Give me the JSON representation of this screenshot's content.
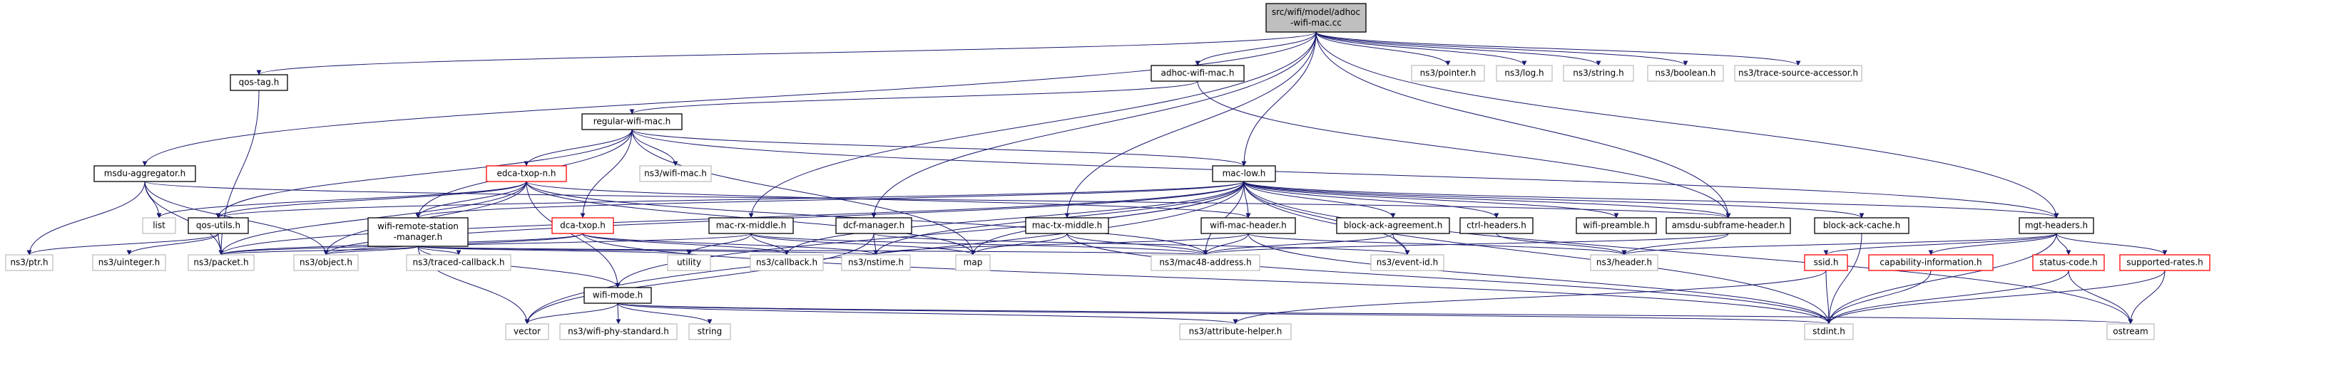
{
  "colors": {
    "edge": "#191970",
    "root_fill": "#bfbfbf",
    "root_border": "#000000",
    "node_fill": "#ffffff",
    "node_border": "#000000",
    "external_border": "#bfbfbf",
    "incomplete_border": "#ff0000",
    "text": "#000000"
  },
  "nodes": [
    {
      "id": "root",
      "label": "src/wifi/model/adhoc\n-wifi-mac.cc",
      "kind": "root"
    },
    {
      "id": "adhoc",
      "label": "adhoc-wifi-mac.h",
      "kind": "normal"
    },
    {
      "id": "ptr_ns3",
      "label": "ns3/pointer.h",
      "kind": "external"
    },
    {
      "id": "log",
      "label": "ns3/log.h",
      "kind": "external"
    },
    {
      "id": "string_ns3",
      "label": "ns3/string.h",
      "kind": "external"
    },
    {
      "id": "boolean",
      "label": "ns3/boolean.h",
      "kind": "external"
    },
    {
      "id": "tsa",
      "label": "ns3/trace-source-accessor.h",
      "kind": "external"
    },
    {
      "id": "qostag",
      "label": "qos-tag.h",
      "kind": "normal"
    },
    {
      "id": "regular",
      "label": "regular-wifi-mac.h",
      "kind": "normal"
    },
    {
      "id": "msdu",
      "label": "msdu-aggregator.h",
      "kind": "normal"
    },
    {
      "id": "edca",
      "label": "edca-txop-n.h",
      "kind": "incomplete"
    },
    {
      "id": "nswifimac",
      "label": "ns3/wifi-mac.h",
      "kind": "external"
    },
    {
      "id": "maclow",
      "label": "mac-low.h",
      "kind": "normal"
    },
    {
      "id": "list",
      "label": "list",
      "kind": "external"
    },
    {
      "id": "qosutils",
      "label": "qos-utils.h",
      "kind": "normal"
    },
    {
      "id": "wrsm",
      "label": "wifi-remote-station\n-manager.h",
      "kind": "normal"
    },
    {
      "id": "dcatxop",
      "label": "dca-txop.h",
      "kind": "incomplete"
    },
    {
      "id": "macrx",
      "label": "mac-rx-middle.h",
      "kind": "normal"
    },
    {
      "id": "dcfmgr",
      "label": "dcf-manager.h",
      "kind": "normal"
    },
    {
      "id": "mactx",
      "label": "mac-tx-middle.h",
      "kind": "normal"
    },
    {
      "id": "wmh",
      "label": "wifi-mac-header.h",
      "kind": "normal"
    },
    {
      "id": "baa",
      "label": "block-ack-agreement.h",
      "kind": "normal"
    },
    {
      "id": "ctrl",
      "label": "ctrl-headers.h",
      "kind": "normal"
    },
    {
      "id": "preamble",
      "label": "wifi-preamble.h",
      "kind": "normal"
    },
    {
      "id": "amsdu",
      "label": "amsdu-subframe-header.h",
      "kind": "normal"
    },
    {
      "id": "bac",
      "label": "block-ack-cache.h",
      "kind": "normal"
    },
    {
      "id": "mgt",
      "label": "mgt-headers.h",
      "kind": "normal"
    },
    {
      "id": "ptr",
      "label": "ns3/ptr.h",
      "kind": "external"
    },
    {
      "id": "uint",
      "label": "ns3/uinteger.h",
      "kind": "external"
    },
    {
      "id": "packet",
      "label": "ns3/packet.h",
      "kind": "external"
    },
    {
      "id": "object",
      "label": "ns3/object.h",
      "kind": "external"
    },
    {
      "id": "traced",
      "label": "ns3/traced-callback.h",
      "kind": "external"
    },
    {
      "id": "utility",
      "label": "utility",
      "kind": "external"
    },
    {
      "id": "callback",
      "label": "ns3/callback.h",
      "kind": "external"
    },
    {
      "id": "nstime",
      "label": "ns3/nstime.h",
      "kind": "external"
    },
    {
      "id": "map",
      "label": "map",
      "kind": "external"
    },
    {
      "id": "mac48",
      "label": "ns3/mac48-address.h",
      "kind": "external"
    },
    {
      "id": "eventid",
      "label": "ns3/event-id.h",
      "kind": "external"
    },
    {
      "id": "header",
      "label": "ns3/header.h",
      "kind": "external"
    },
    {
      "id": "ssid",
      "label": "ssid.h",
      "kind": "incomplete"
    },
    {
      "id": "capinfo",
      "label": "capability-information.h",
      "kind": "incomplete"
    },
    {
      "id": "statuscode",
      "label": "status-code.h",
      "kind": "incomplete"
    },
    {
      "id": "suprates",
      "label": "supported-rates.h",
      "kind": "incomplete"
    },
    {
      "id": "wifimode",
      "label": "wifi-mode.h",
      "kind": "normal"
    },
    {
      "id": "vector",
      "label": "vector",
      "kind": "external"
    },
    {
      "id": "phystd",
      "label": "ns3/wifi-phy-standard.h",
      "kind": "external"
    },
    {
      "id": "stdstring",
      "label": "string",
      "kind": "external"
    },
    {
      "id": "attr",
      "label": "ns3/attribute-helper.h",
      "kind": "external"
    },
    {
      "id": "stdint",
      "label": "stdint.h",
      "kind": "external"
    },
    {
      "id": "ostream",
      "label": "ostream",
      "kind": "external"
    }
  ],
  "edges": [
    [
      "root",
      "adhoc"
    ],
    [
      "root",
      "ptr_ns3"
    ],
    [
      "root",
      "log"
    ],
    [
      "root",
      "string_ns3"
    ],
    [
      "root",
      "boolean"
    ],
    [
      "root",
      "tsa"
    ],
    [
      "root",
      "qostag"
    ],
    [
      "root",
      "msdu"
    ],
    [
      "root",
      "maclow"
    ],
    [
      "root",
      "macrx"
    ],
    [
      "root",
      "dcfmgr"
    ],
    [
      "root",
      "mactx"
    ],
    [
      "root",
      "mgt"
    ],
    [
      "root",
      "amsdu"
    ],
    [
      "adhoc",
      "regular"
    ],
    [
      "adhoc",
      "amsdu"
    ],
    [
      "qostag",
      "packet"
    ],
    [
      "regular",
      "edca"
    ],
    [
      "regular",
      "nswifimac"
    ],
    [
      "regular",
      "maclow"
    ],
    [
      "regular",
      "dcatxop"
    ],
    [
      "regular",
      "wrsm"
    ],
    [
      "regular",
      "qosutils"
    ],
    [
      "regular",
      "map"
    ],
    [
      "regular",
      "mgt"
    ],
    [
      "msdu",
      "list"
    ],
    [
      "msdu",
      "ptr"
    ],
    [
      "msdu",
      "packet"
    ],
    [
      "msdu",
      "object"
    ],
    [
      "msdu",
      "amsdu"
    ],
    [
      "edca",
      "list"
    ],
    [
      "edca",
      "qosutils"
    ],
    [
      "edca",
      "wrsm"
    ],
    [
      "edca",
      "packet"
    ],
    [
      "edca",
      "object"
    ],
    [
      "edca",
      "map"
    ],
    [
      "edca",
      "wifimode"
    ],
    [
      "edca",
      "mac48"
    ],
    [
      "edca",
      "wmh"
    ],
    [
      "maclow",
      "qosutils"
    ],
    [
      "maclow",
      "wrsm"
    ],
    [
      "maclow",
      "packet"
    ],
    [
      "maclow",
      "wmh"
    ],
    [
      "maclow",
      "baa"
    ],
    [
      "maclow",
      "ctrl"
    ],
    [
      "maclow",
      "preamble"
    ],
    [
      "maclow",
      "amsdu"
    ],
    [
      "maclow",
      "bac"
    ],
    [
      "maclow",
      "mgt"
    ],
    [
      "maclow",
      "vector"
    ],
    [
      "maclow",
      "map"
    ],
    [
      "maclow",
      "nstime"
    ],
    [
      "maclow",
      "eventid"
    ],
    [
      "maclow",
      "stdint"
    ],
    [
      "maclow",
      "mac48"
    ],
    [
      "maclow",
      "callback"
    ],
    [
      "maclow",
      "object"
    ],
    [
      "maclow",
      "ostream"
    ],
    [
      "maclow",
      "wifimode"
    ],
    [
      "qosutils",
      "ptr"
    ],
    [
      "qosutils",
      "uint"
    ],
    [
      "qosutils",
      "packet"
    ],
    [
      "wrsm",
      "packet"
    ],
    [
      "wrsm",
      "object"
    ],
    [
      "wrsm",
      "traced"
    ],
    [
      "wrsm",
      "utility"
    ],
    [
      "wrsm",
      "nstime"
    ],
    [
      "wrsm",
      "mac48"
    ],
    [
      "wrsm",
      "wifimode"
    ],
    [
      "wrsm",
      "vector"
    ],
    [
      "dcatxop",
      "packet"
    ],
    [
      "dcatxop",
      "callback"
    ],
    [
      "dcatxop",
      "nstime"
    ],
    [
      "dcatxop",
      "object"
    ],
    [
      "dcatxop",
      "stdint"
    ],
    [
      "macrx",
      "packet"
    ],
    [
      "macrx",
      "utility"
    ],
    [
      "macrx",
      "map"
    ],
    [
      "macrx",
      "callback"
    ],
    [
      "macrx",
      "mac48"
    ],
    [
      "dcfmgr",
      "vector"
    ],
    [
      "dcfmgr",
      "nstime"
    ],
    [
      "dcfmgr",
      "eventid"
    ],
    [
      "mactx",
      "map"
    ],
    [
      "mactx",
      "mac48"
    ],
    [
      "mactx",
      "stdint"
    ],
    [
      "wmh",
      "nstime"
    ],
    [
      "wmh",
      "mac48"
    ],
    [
      "wmh",
      "header"
    ],
    [
      "wmh",
      "stdint"
    ],
    [
      "baa",
      "mac48"
    ],
    [
      "baa",
      "eventid"
    ],
    [
      "ctrl",
      "header"
    ],
    [
      "amsdu",
      "mac48"
    ],
    [
      "amsdu",
      "header"
    ],
    [
      "bac",
      "stdint"
    ],
    [
      "mgt",
      "header"
    ],
    [
      "mgt",
      "ssid"
    ],
    [
      "mgt",
      "capinfo"
    ],
    [
      "mgt",
      "statuscode"
    ],
    [
      "mgt",
      "suprates"
    ],
    [
      "mgt",
      "stdint"
    ],
    [
      "ssid",
      "attr"
    ],
    [
      "ssid",
      "stdint"
    ],
    [
      "capinfo",
      "stdint"
    ],
    [
      "statuscode",
      "stdint"
    ],
    [
      "statuscode",
      "ostream"
    ],
    [
      "suprates",
      "stdint"
    ],
    [
      "suprates",
      "ostream"
    ],
    [
      "wifimode",
      "vector"
    ],
    [
      "wifimode",
      "phystd"
    ],
    [
      "wifimode",
      "stdstring"
    ],
    [
      "wifimode",
      "attr"
    ],
    [
      "wifimode",
      "stdint"
    ],
    [
      "wifimode",
      "ostream"
    ]
  ]
}
